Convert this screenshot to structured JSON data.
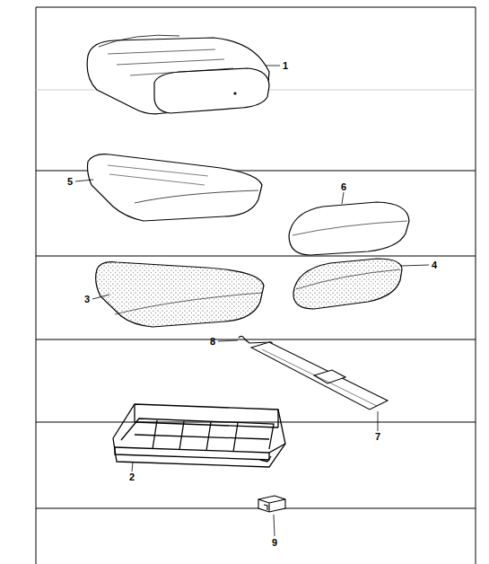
{
  "diagram": {
    "labels": [
      "1",
      "5",
      "6",
      "4",
      "3",
      "8",
      "7",
      "2",
      "9"
    ]
  }
}
